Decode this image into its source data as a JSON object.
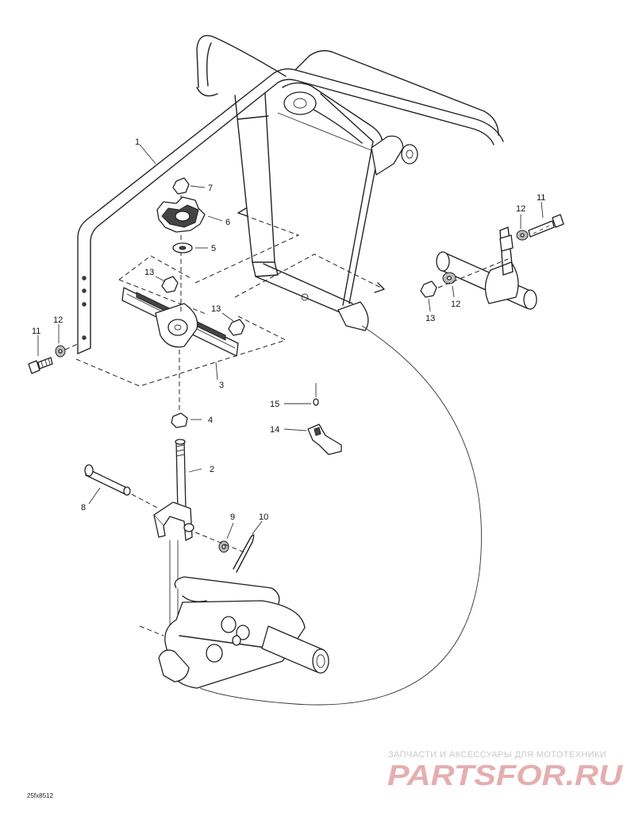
{
  "diagram": {
    "callouts": [
      {
        "id": "c1",
        "label": "1"
      },
      {
        "id": "c2",
        "label": "2"
      },
      {
        "id": "c3",
        "label": "3"
      },
      {
        "id": "c4",
        "label": "4"
      },
      {
        "id": "c5",
        "label": "5"
      },
      {
        "id": "c6",
        "label": "6"
      },
      {
        "id": "c7",
        "label": "7"
      },
      {
        "id": "c8",
        "label": "8"
      },
      {
        "id": "c9",
        "label": "9"
      },
      {
        "id": "c10",
        "label": "10"
      },
      {
        "id": "c11a",
        "label": "11"
      },
      {
        "id": "c11b",
        "label": "11"
      },
      {
        "id": "c12a",
        "label": "12"
      },
      {
        "id": "c12b",
        "label": "12"
      },
      {
        "id": "c12c",
        "label": "12"
      },
      {
        "id": "c13a",
        "label": "13"
      },
      {
        "id": "c13b",
        "label": "13"
      },
      {
        "id": "c13c",
        "label": "13"
      },
      {
        "id": "c14",
        "label": "14"
      },
      {
        "id": "c15",
        "label": "15"
      }
    ],
    "drawing_code": "25fx8512"
  },
  "watermark": {
    "tagline": "ЗАПЧАСТИ И АКСЕССУАРЫ ДЛЯ МОТОТЕХНИКИ",
    "logo_text": "PARTSFOR.RU",
    "logo_color": "#e5aeb0"
  }
}
